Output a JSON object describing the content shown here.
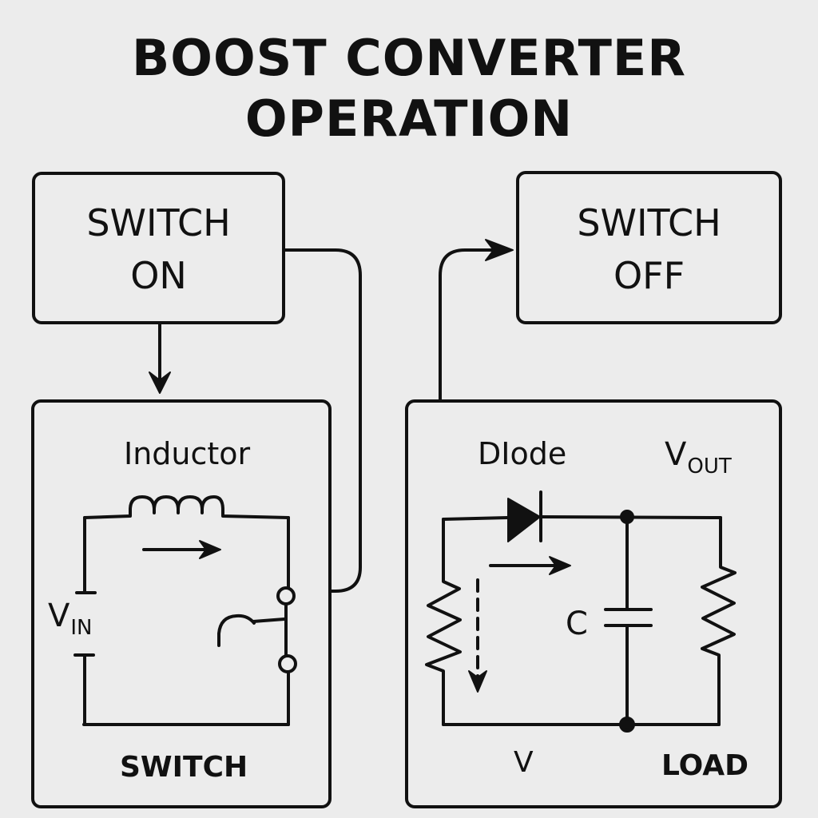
{
  "title": {
    "line1": "BOOST CONVERTER",
    "line2": "OPERATION"
  },
  "colors": {
    "background": "#ececec",
    "ink": "#111111"
  },
  "states": {
    "switch_on": {
      "line1": "SWITCH",
      "line2": "ON"
    },
    "switch_off": {
      "line1": "SWITCH",
      "line2": "OFF"
    }
  },
  "on_circuit": {
    "inductor_label": "Inductor",
    "vin_main": "V",
    "vin_sub": "IN",
    "switch_label": "SWITCH"
  },
  "off_circuit": {
    "diode_label": "DIode",
    "vout_main": "V",
    "vout_sub": "OUT",
    "capacitor_label": "C",
    "v_label": "V",
    "load_label": "LOAD"
  }
}
